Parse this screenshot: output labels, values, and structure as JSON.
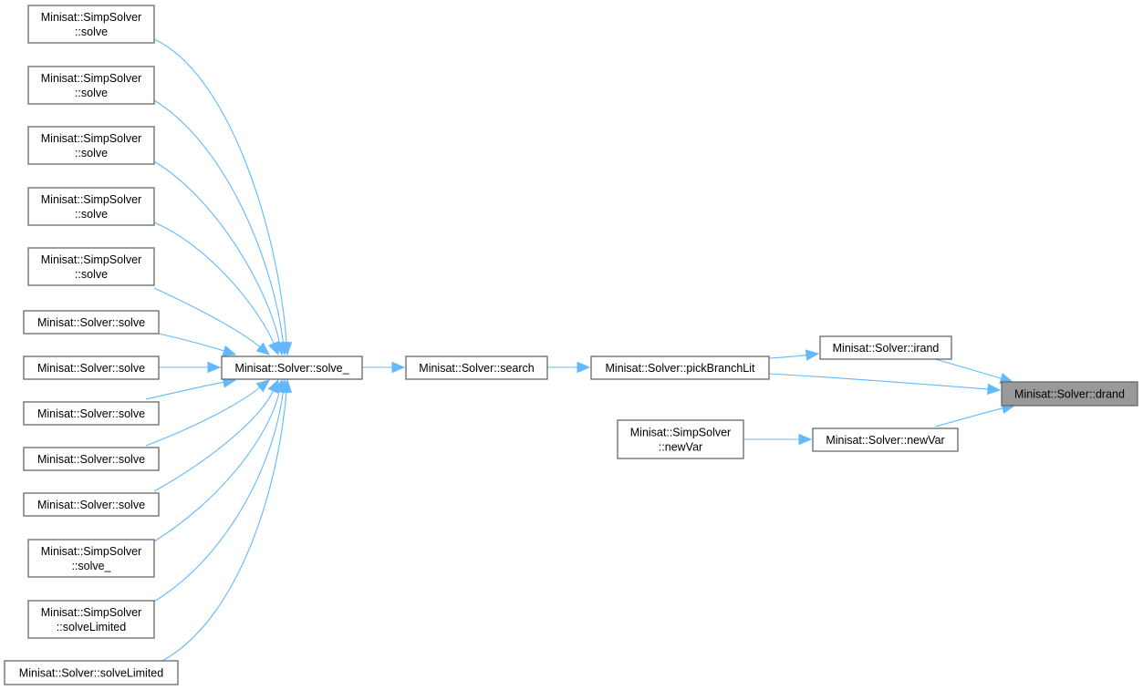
{
  "diagram": {
    "type": "call-graph",
    "edge_color": "#63b8ff",
    "node_border_color": "#666666",
    "highlight_fill": "#999999",
    "nodes": [
      {
        "id": "n_simp_solve_1",
        "lines": [
          "Minisat::SimpSolver",
          "::solve"
        ]
      },
      {
        "id": "n_simp_solve_2",
        "lines": [
          "Minisat::SimpSolver",
          "::solve"
        ]
      },
      {
        "id": "n_simp_solve_3",
        "lines": [
          "Minisat::SimpSolver",
          "::solve"
        ]
      },
      {
        "id": "n_simp_solve_4",
        "lines": [
          "Minisat::SimpSolver",
          "::solve"
        ]
      },
      {
        "id": "n_simp_solve_5",
        "lines": [
          "Minisat::SimpSolver",
          "::solve"
        ]
      },
      {
        "id": "n_solver_solve_1",
        "lines": [
          "Minisat::Solver::solve"
        ]
      },
      {
        "id": "n_solver_solve_2",
        "lines": [
          "Minisat::Solver::solve"
        ]
      },
      {
        "id": "n_solver_solve_3",
        "lines": [
          "Minisat::Solver::solve"
        ]
      },
      {
        "id": "n_solver_solve_4",
        "lines": [
          "Minisat::Solver::solve"
        ]
      },
      {
        "id": "n_solver_solve_5",
        "lines": [
          "Minisat::Solver::solve"
        ]
      },
      {
        "id": "n_simp_solve_",
        "lines": [
          "Minisat::SimpSolver",
          "::solve_"
        ]
      },
      {
        "id": "n_simp_solveLimited",
        "lines": [
          "Minisat::SimpSolver",
          "::solveLimited"
        ]
      },
      {
        "id": "n_solver_solveLimited",
        "lines": [
          "Minisat::Solver::solveLimited"
        ]
      },
      {
        "id": "n_solve_",
        "lines": [
          "Minisat::Solver::solve_"
        ]
      },
      {
        "id": "n_search",
        "lines": [
          "Minisat::Solver::search"
        ]
      },
      {
        "id": "n_pickBranchLit",
        "lines": [
          "Minisat::Solver::pickBranchLit"
        ]
      },
      {
        "id": "n_irand",
        "lines": [
          "Minisat::Solver::irand"
        ]
      },
      {
        "id": "n_drand",
        "lines": [
          "Minisat::Solver::drand"
        ],
        "highlighted": true
      },
      {
        "id": "n_newVar",
        "lines": [
          "Minisat::Solver::newVar"
        ]
      },
      {
        "id": "n_simp_newVar",
        "lines": [
          "Minisat::SimpSolver",
          "::newVar"
        ]
      }
    ],
    "edges": [
      {
        "from": "n_simp_solve_1",
        "to": "n_solve_"
      },
      {
        "from": "n_simp_solve_2",
        "to": "n_solve_"
      },
      {
        "from": "n_simp_solve_3",
        "to": "n_solve_"
      },
      {
        "from": "n_simp_solve_4",
        "to": "n_solve_"
      },
      {
        "from": "n_simp_solve_5",
        "to": "n_solve_"
      },
      {
        "from": "n_solver_solve_1",
        "to": "n_solve_"
      },
      {
        "from": "n_solver_solve_2",
        "to": "n_solve_"
      },
      {
        "from": "n_solver_solve_3",
        "to": "n_solve_"
      },
      {
        "from": "n_solver_solve_4",
        "to": "n_solve_"
      },
      {
        "from": "n_solver_solve_5",
        "to": "n_solve_"
      },
      {
        "from": "n_simp_solve_",
        "to": "n_solve_"
      },
      {
        "from": "n_simp_solveLimited",
        "to": "n_solve_"
      },
      {
        "from": "n_solver_solveLimited",
        "to": "n_solve_"
      },
      {
        "from": "n_solve_",
        "to": "n_search"
      },
      {
        "from": "n_search",
        "to": "n_pickBranchLit"
      },
      {
        "from": "n_pickBranchLit",
        "to": "n_irand"
      },
      {
        "from": "n_pickBranchLit",
        "to": "n_drand"
      },
      {
        "from": "n_irand",
        "to": "n_drand"
      },
      {
        "from": "n_newVar",
        "to": "n_drand"
      },
      {
        "from": "n_simp_newVar",
        "to": "n_newVar"
      }
    ]
  }
}
